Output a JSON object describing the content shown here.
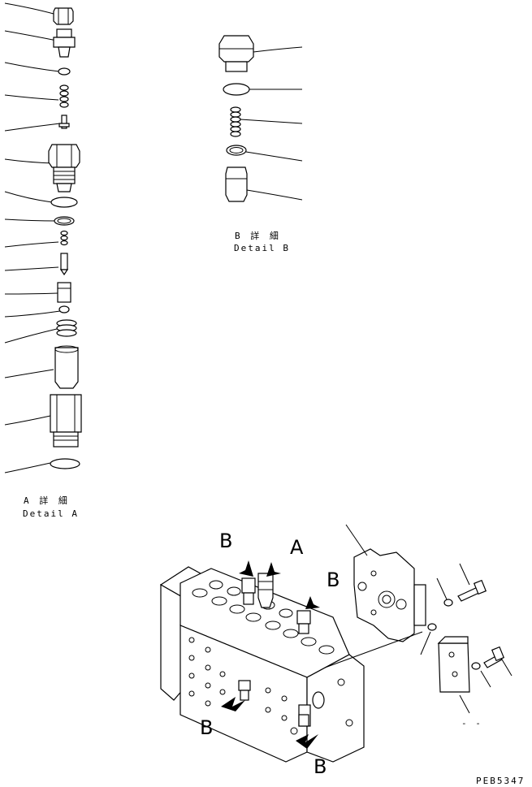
{
  "detail_a": {
    "title": "A  詳 細",
    "subtitle": "Detail A"
  },
  "detail_b": {
    "title": "B  詳 細",
    "subtitle": "Detail B"
  },
  "main_view": {
    "labels": {
      "a": "A",
      "b1": "B",
      "b2": "B",
      "b3": "B",
      "b4": "B"
    },
    "dash_mark": "- -"
  },
  "drawing_code": "PEB5347"
}
